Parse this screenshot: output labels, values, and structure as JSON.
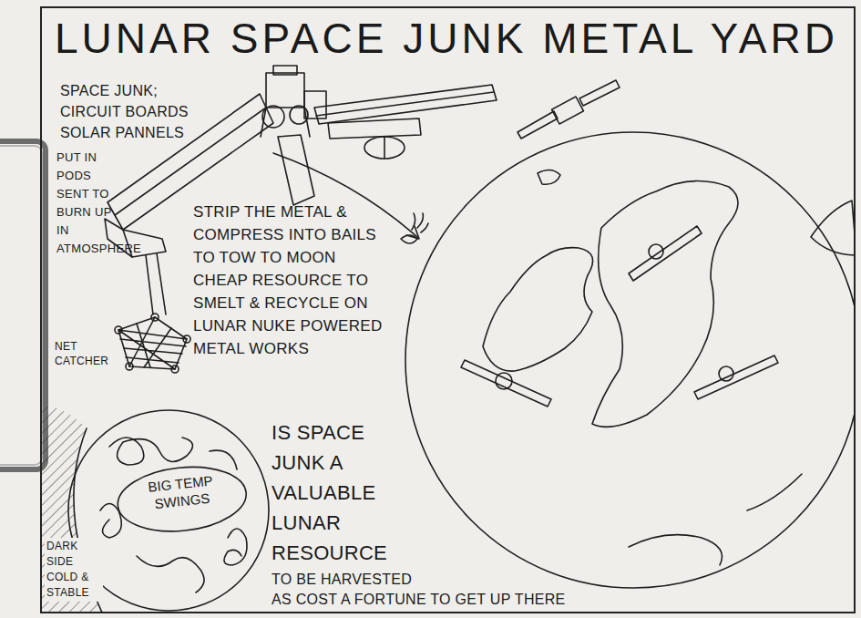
{
  "diagram": {
    "title": "LUNAR SPACE JUNK METAL YARD",
    "nodes": [
      {
        "text": [
          "BIG TEMP SWINGS"
        ]
      }
    ],
    "labels": [
      "SPACE JUNK; CIRCUIT BOARDS SOLAR PANNELS",
      "PUT IN PODS SENT TO BURN UP IN ATMOSPHERE",
      "STRIP THE METAL & COMPRESS INTO BAILS TO TOW TO MOON CHEAP RESOURCE TO SMELT & RECYCLE ON LUNAR NUKE POWERED METAL WORKS",
      "NET CATCHER",
      "DARK SIDE COLD & STABLE",
      "IS SPACE JUNK A VALUABLE LUNAR RESOURCE",
      "TO BE HARVESTED",
      "AS COST A FORTUNE TO GET UP THERE"
    ]
  }
}
